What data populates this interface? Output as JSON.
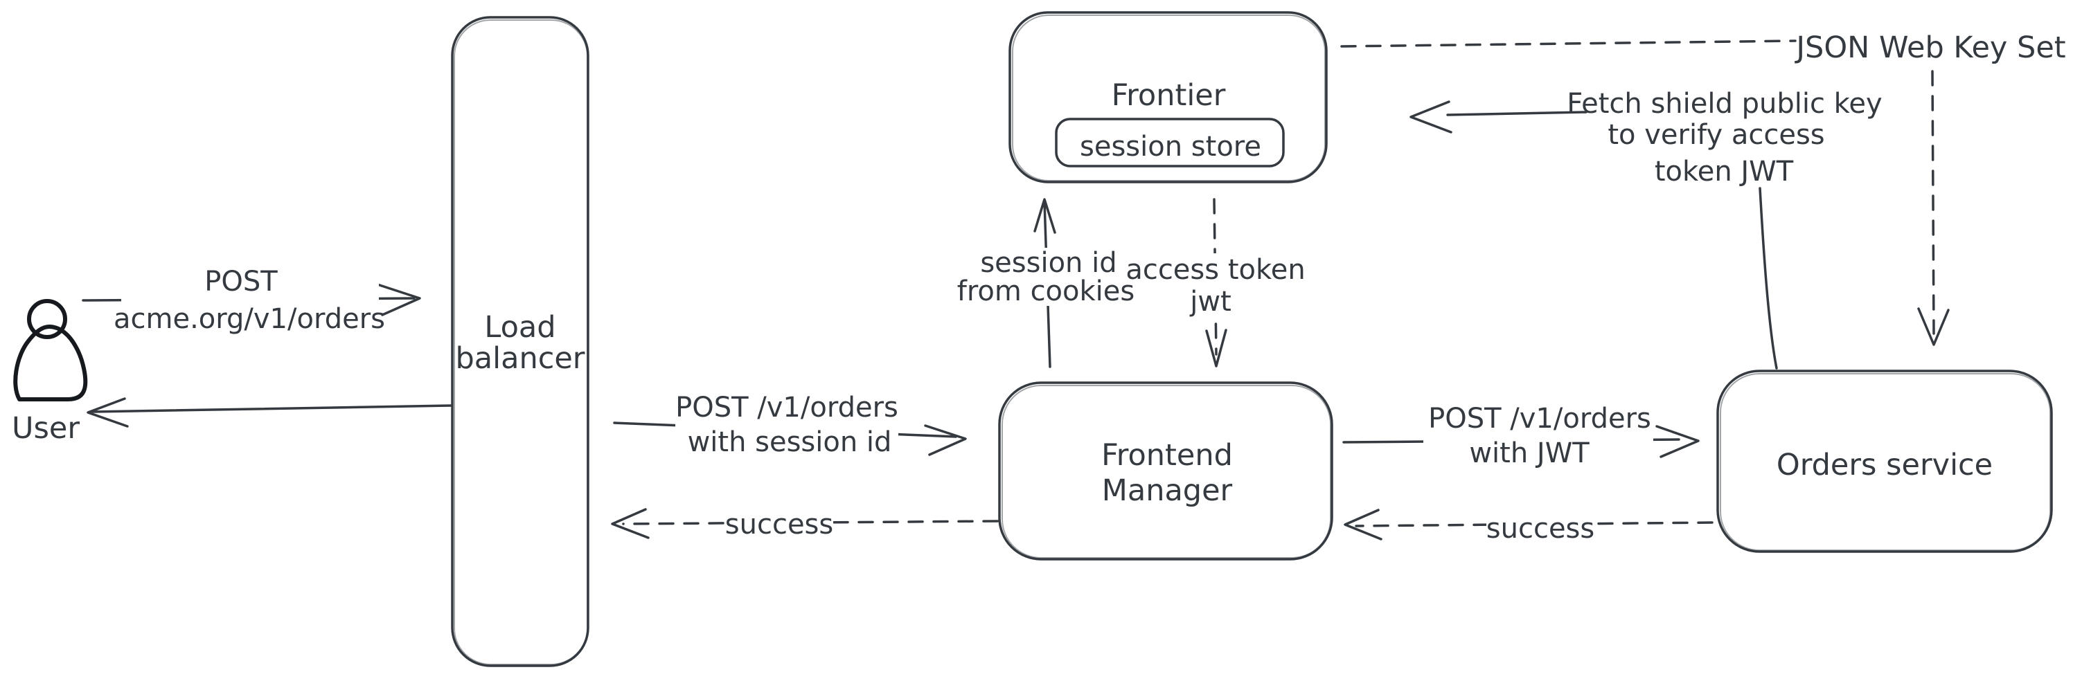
{
  "diagram": {
    "colors": {
      "background": "#ffffff",
      "stroke": "#343a40",
      "user_outline": "#16191d",
      "user_hatch": "#ccd5dc"
    },
    "nodes": {
      "user": {
        "label": "User"
      },
      "load_balancer": {
        "line1": "Load",
        "line2": "balancer"
      },
      "frontier": {
        "title": "Frontier",
        "store": "session store"
      },
      "frontend_manager": {
        "line1": "Frontend",
        "line2": "Manager"
      },
      "orders_service": {
        "label": "Orders service"
      },
      "json_web_key_set": {
        "label": "JSON Web Key Set"
      }
    },
    "edges": {
      "user_to_lb": {
        "line1": "POST",
        "line2": "acme.org/v1/orders"
      },
      "lb_to_fm": {
        "line1": "POST /v1/orders",
        "line2": "with session id"
      },
      "fm_to_lb": {
        "label": "success"
      },
      "fm_to_frontier": {
        "line1": "session id",
        "line2": "from cookies"
      },
      "frontier_to_fm": {
        "line1": "access token",
        "line2": "jwt"
      },
      "fm_to_orders": {
        "line1": "POST /v1/orders",
        "line2": "with JWT"
      },
      "orders_to_fm": {
        "label": "success"
      },
      "orders_to_frontier": {
        "line1": "Fetch shield public key",
        "line2": "to verify access",
        "line3": "token JWT"
      }
    }
  }
}
